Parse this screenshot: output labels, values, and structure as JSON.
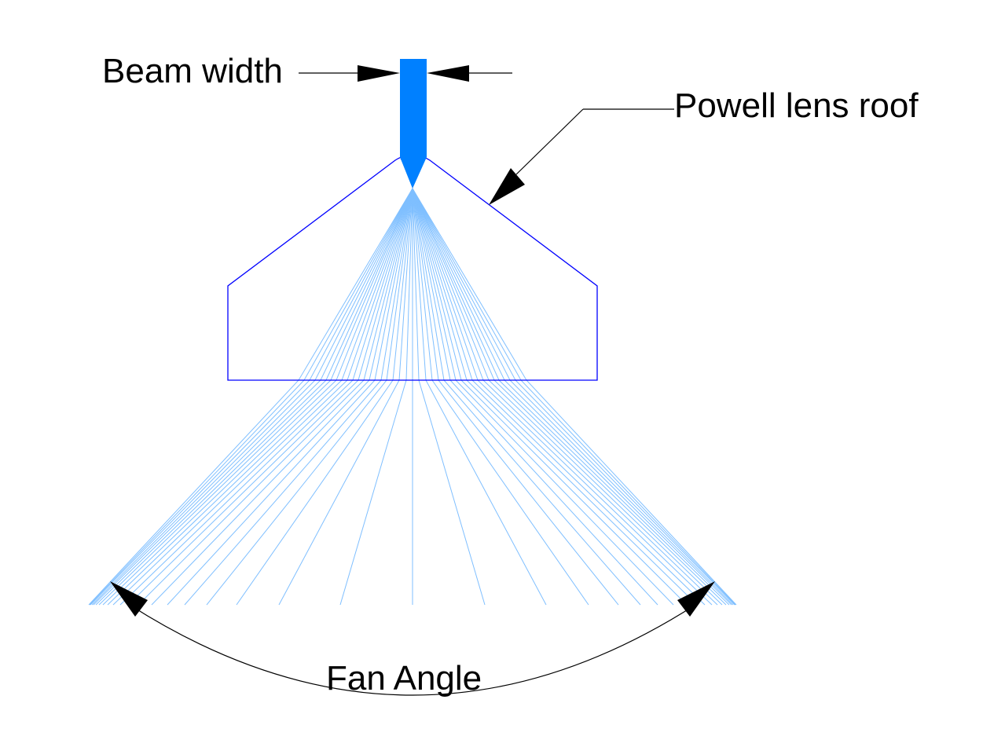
{
  "labels": {
    "beam_width": "Beam width",
    "powell_lens_roof": "Powell lens roof",
    "fan_angle": "Fan Angle"
  },
  "colors": {
    "beam": "#0080ff",
    "lens_outline": "#0000ff",
    "rays": "#7fbfff",
    "annotation": "#000000"
  }
}
